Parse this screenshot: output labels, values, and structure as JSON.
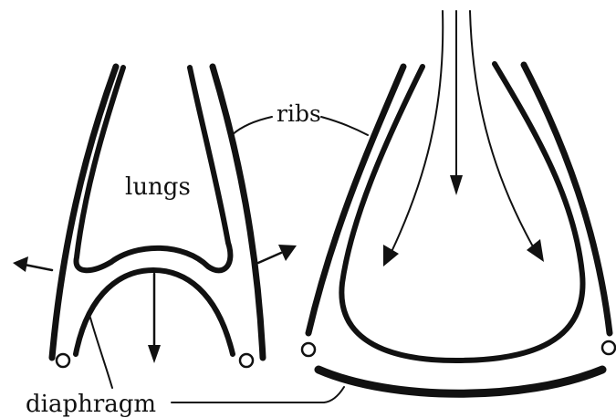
{
  "labels": {
    "ribs": "ribs",
    "lungs": "lungs",
    "diaphragm": "diaphragm"
  },
  "colors": {
    "ink": "#111111",
    "background": "#ffffff"
  }
}
